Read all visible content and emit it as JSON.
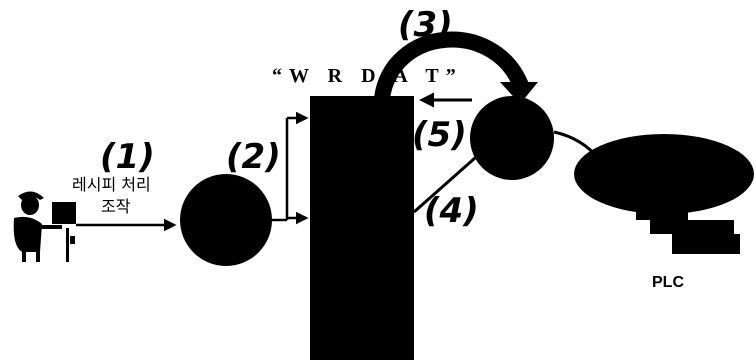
{
  "labels": {
    "step1": "(1)",
    "step2": "(2)",
    "step3": "(3)",
    "step4": "(4)",
    "step5": "(5)",
    "recipe_line1": "레시피 처리",
    "recipe_line2": "조작",
    "wrdat": "“W R D A T”",
    "plc": "PLC"
  },
  "colors": {
    "ink": "#000000",
    "background": "#ffffff"
  }
}
